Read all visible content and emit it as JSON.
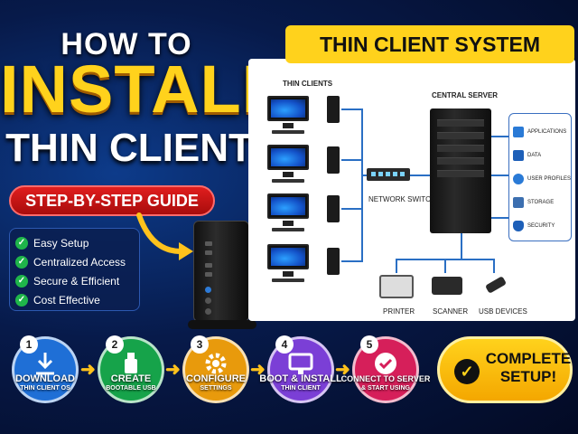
{
  "title": {
    "line1": "HOW TO",
    "line2": "INSTALL",
    "line3": "THIN CLIENT",
    "guide": "STEP-BY-STEP GUIDE"
  },
  "features": [
    "Easy Setup",
    "Centralized Access",
    "Secure & Efficient",
    "Cost Effective"
  ],
  "diagram": {
    "banner": "THIN CLIENT SYSTEM",
    "thin_clients_label": "THIN CLIENTS",
    "central_server_label": "CENTRAL SERVER",
    "network_switch_label": "NETWORK SWITCH",
    "services": [
      "APPLICATIONS",
      "DATA",
      "USER PROFILES",
      "STORAGE",
      "SECURITY"
    ],
    "devices": [
      "PRINTER",
      "SCANNER",
      "USB DEVICES"
    ]
  },
  "steps": [
    {
      "num": "1",
      "label": "DOWNLOAD",
      "sub": "THIN CLIENT OS",
      "color": "#1f6fd6",
      "icon": "download-icon"
    },
    {
      "num": "2",
      "label": "CREATE",
      "sub": "BOOTABLE USB",
      "color": "#16a34a",
      "icon": "usb-icon"
    },
    {
      "num": "3",
      "label": "CONFIGURE",
      "sub": "SETTINGS",
      "color": "#e89a0c",
      "icon": "gear-icon"
    },
    {
      "num": "4",
      "label": "BOOT & INSTALL",
      "sub": "THIN CLIENT",
      "color": "#7b3fd6",
      "icon": "monitor-icon"
    },
    {
      "num": "5",
      "label": "CONNECT TO SERVER",
      "sub": "& START USING",
      "color": "#d61f5a",
      "icon": "check-icon"
    }
  ],
  "complete": "COMPLETE SETUP!"
}
